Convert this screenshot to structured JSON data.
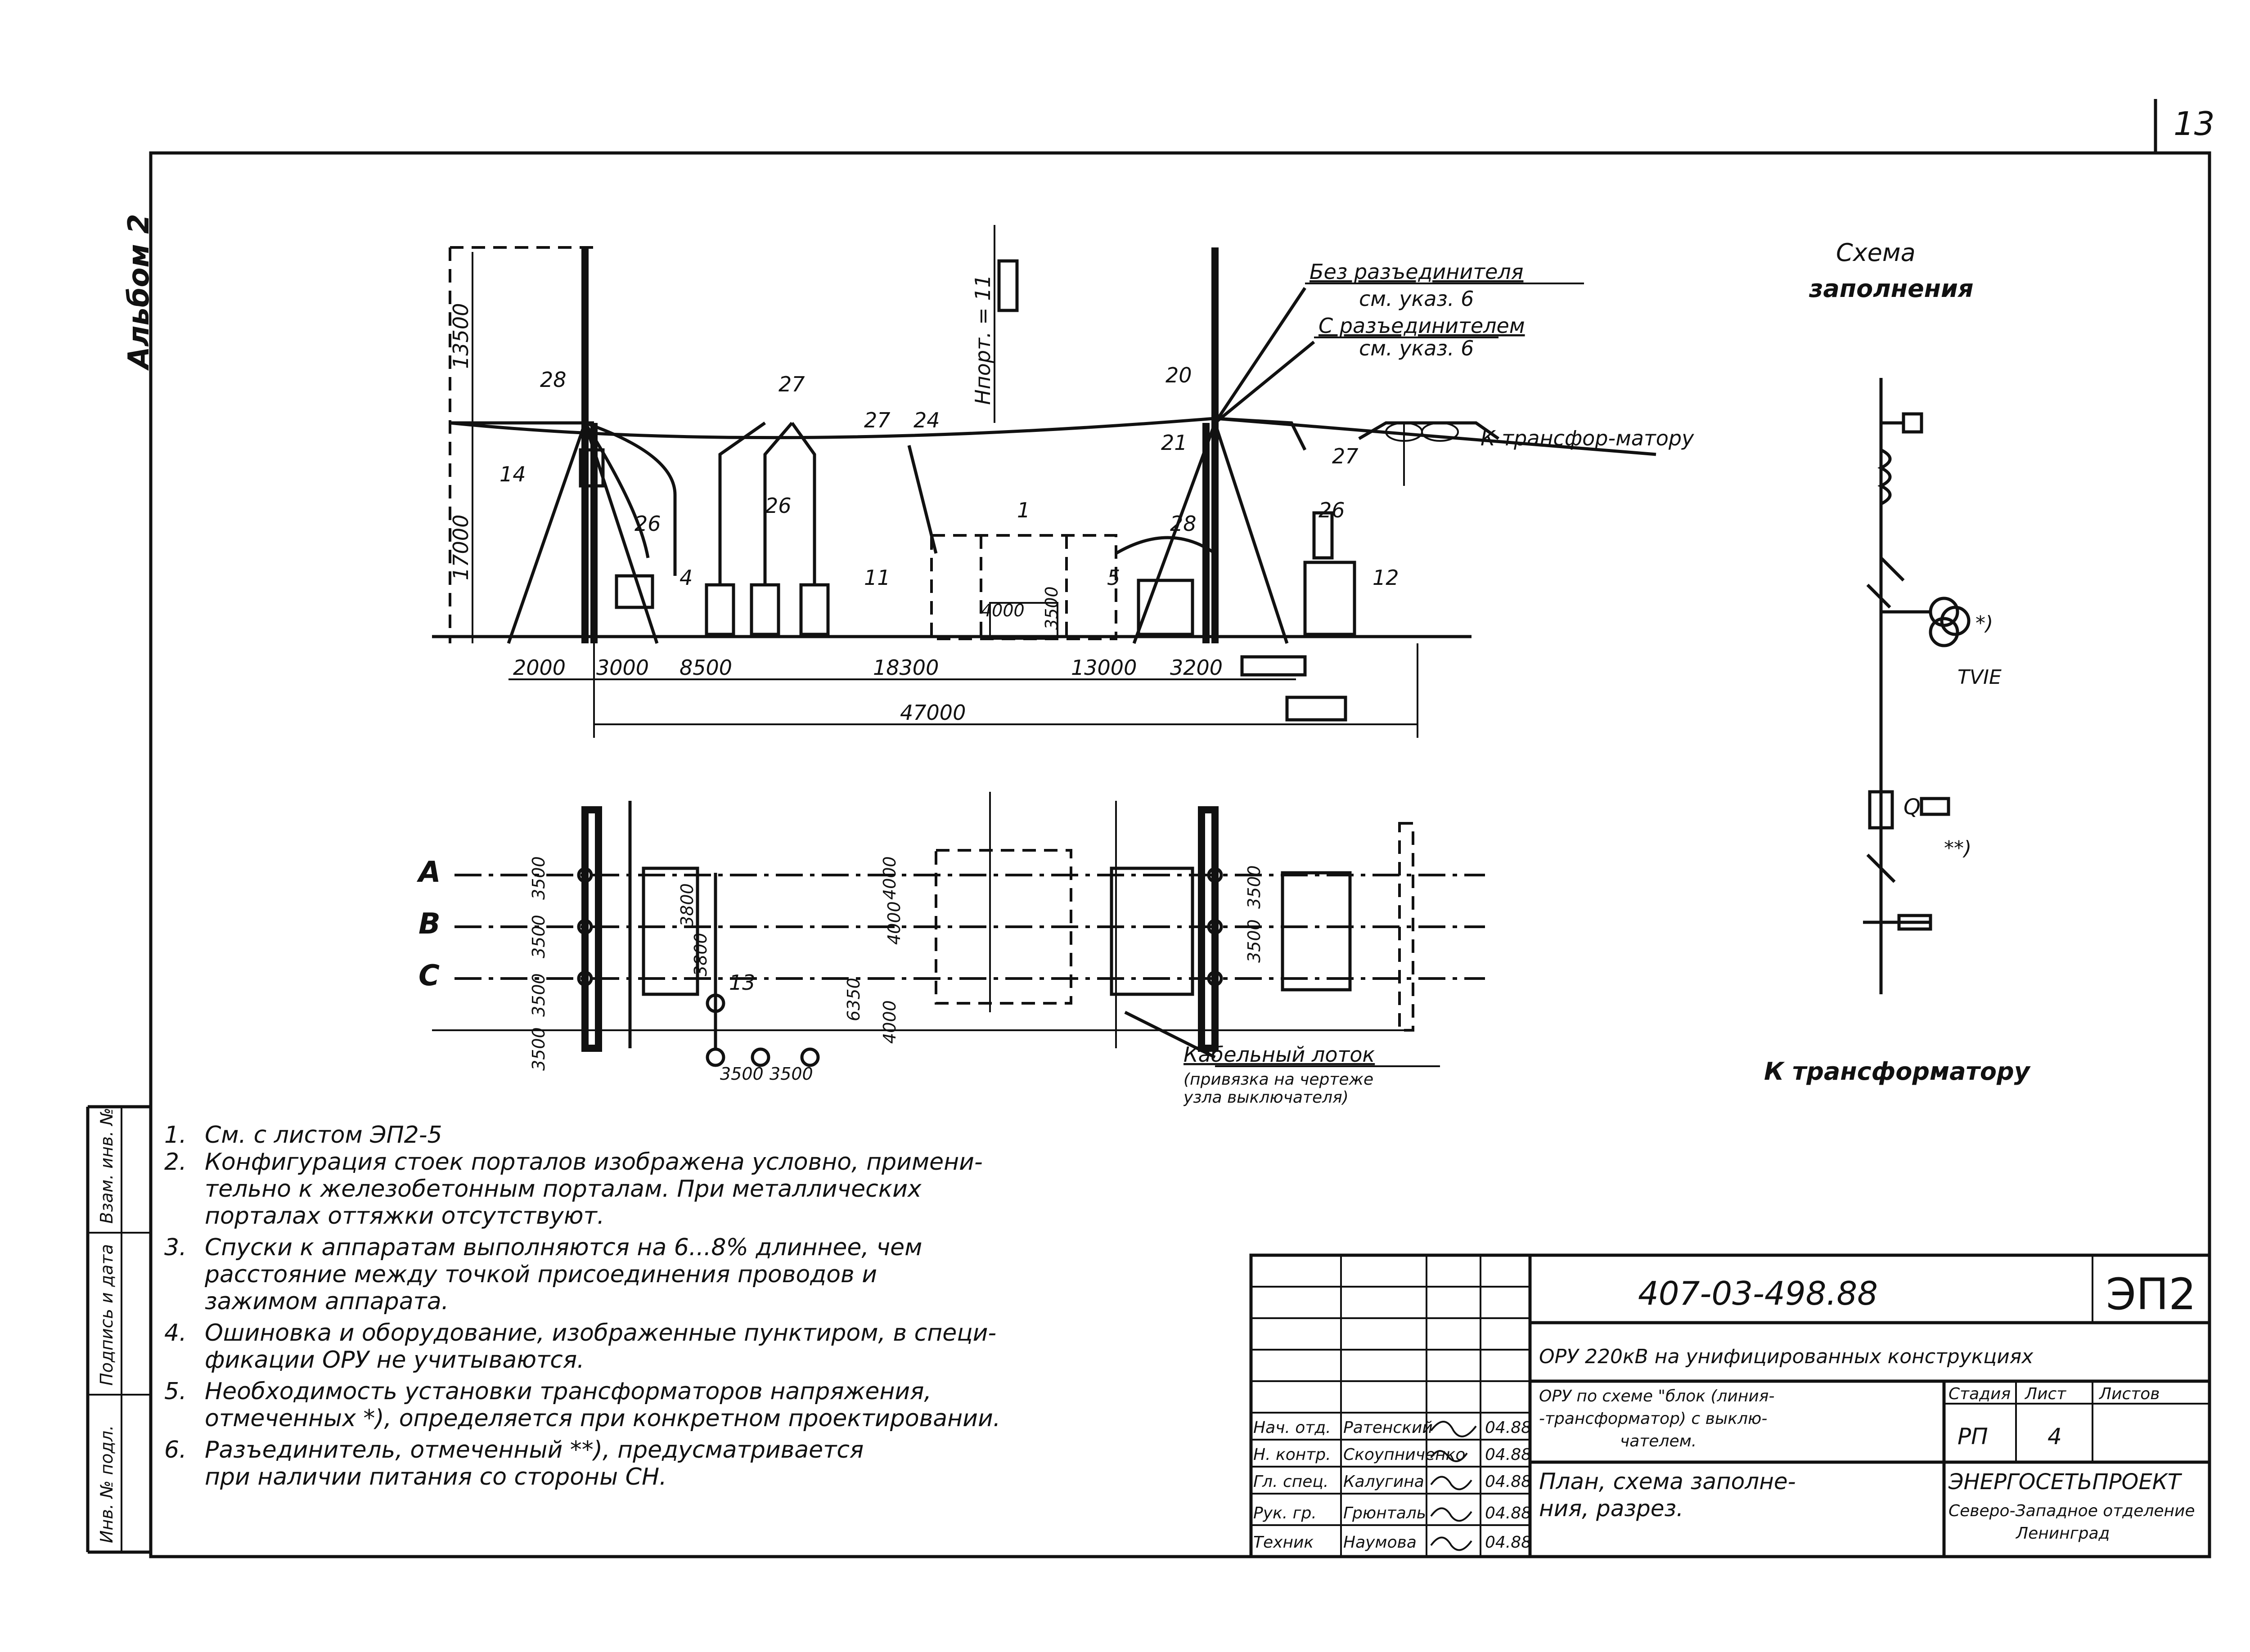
{
  "sheet": {
    "page_number": "13",
    "album": "Альбом 2",
    "side_stamp": [
      "Инв. № подл.",
      "Подпись и дата",
      "Взам. инв. №"
    ]
  },
  "section": {
    "heights": [
      "13500",
      "17000"
    ],
    "dims": [
      "2000",
      "3000",
      "8500",
      "18300",
      "13000",
      "3200"
    ],
    "total": "47000",
    "inner_dims": [
      "4000",
      "3500"
    ],
    "hport": "Hпорт. = 11",
    "callouts": [
      "14",
      "28",
      "27",
      "27",
      "24",
      "20",
      "21",
      "27",
      "26",
      "26",
      "4",
      "11",
      "1",
      "5",
      "28",
      "12",
      "26"
    ],
    "note_without": "Без разъединителя",
    "note_without_ref": "см. указ. 6",
    "note_with": "С разъединителем",
    "note_with_ref": "см. указ. 6",
    "to_transformer": "К трансфор-матору"
  },
  "plan": {
    "phases": [
      "А",
      "В",
      "С"
    ],
    "dims": [
      "3500",
      "3500",
      "3500",
      "3800",
      "3800",
      "4000",
      "4000",
      "4000",
      "6350",
      "3500",
      "3500",
      "3500",
      "3500",
      "3500"
    ],
    "callout": "13",
    "cable_tray": "Кабельный лоток",
    "cable_tray_note": "(привязка на чертеже узла выключателя)"
  },
  "scheme": {
    "title_line1": "Схема",
    "title_line2": "заполнения",
    "tv_label": "TVIE",
    "tv_mark": "*)",
    "q_label": "Q",
    "disc_mark": "**)",
    "bottom": "К трансформатору"
  },
  "notes": [
    {
      "n": "1.",
      "lines": [
        "См. с листом ЭП2-5"
      ]
    },
    {
      "n": "2.",
      "lines": [
        "Конфигурация стоек порталов изображена условно, примени-",
        "тельно к железобетонным порталам. При металлических",
        "порталах оттяжки отсутствуют."
      ]
    },
    {
      "n": "3.",
      "lines": [
        "Спуски к аппаратам выполняются на 6...8% длиннее, чем",
        "расстояние между точкой присоединения проводов и",
        "зажимом аппарата."
      ]
    },
    {
      "n": "4.",
      "lines": [
        "Ошиновка и оборудование, изображенные пунктиром, в специ-",
        "фикации ОРУ не учитываются."
      ]
    },
    {
      "n": "5.",
      "lines": [
        "Необходимость установки трансформаторов напряжения,",
        "отмеченных *), определяется при конкретном проектировании."
      ]
    },
    {
      "n": "6.",
      "lines": [
        "Разъединитель, отмеченный **), предусматривается",
        "при наличии питания со стороны СН."
      ]
    }
  ],
  "title_block": {
    "code": "407-03-498.88",
    "sheet_code": "ЭП2",
    "project": "ОРУ 220кВ на унифицированных конструкциях",
    "scheme_desc": [
      "ОРУ по схеме \"блок (линия-",
      "-трансформатор) с выклю-",
      "чателем."
    ],
    "drawing_title": [
      "План, схема заполне-",
      "ния, разрез."
    ],
    "stage_label": "Стадия",
    "sheet_label": "Лист",
    "sheets_label": "Листов",
    "stage": "РП",
    "sheet": "4",
    "org": "ЭНЕРГОСЕТЬПРОЕКТ",
    "org_branch": "Северо-Западное отделение",
    "org_city": "Ленинград",
    "staff": [
      {
        "role": "Нач. отд.",
        "name": "Ратенский",
        "date": "04.88"
      },
      {
        "role": "Н. контр.",
        "name": "Скоупниченко",
        "date": "04.88"
      },
      {
        "role": "Гл. спец.",
        "name": "Калугина",
        "date": "04.88"
      },
      {
        "role": "Рук. гр.",
        "name": "Грюнталь",
        "date": "04.88"
      },
      {
        "role": "Техник",
        "name": "Наумова",
        "date": "04.88"
      }
    ]
  }
}
